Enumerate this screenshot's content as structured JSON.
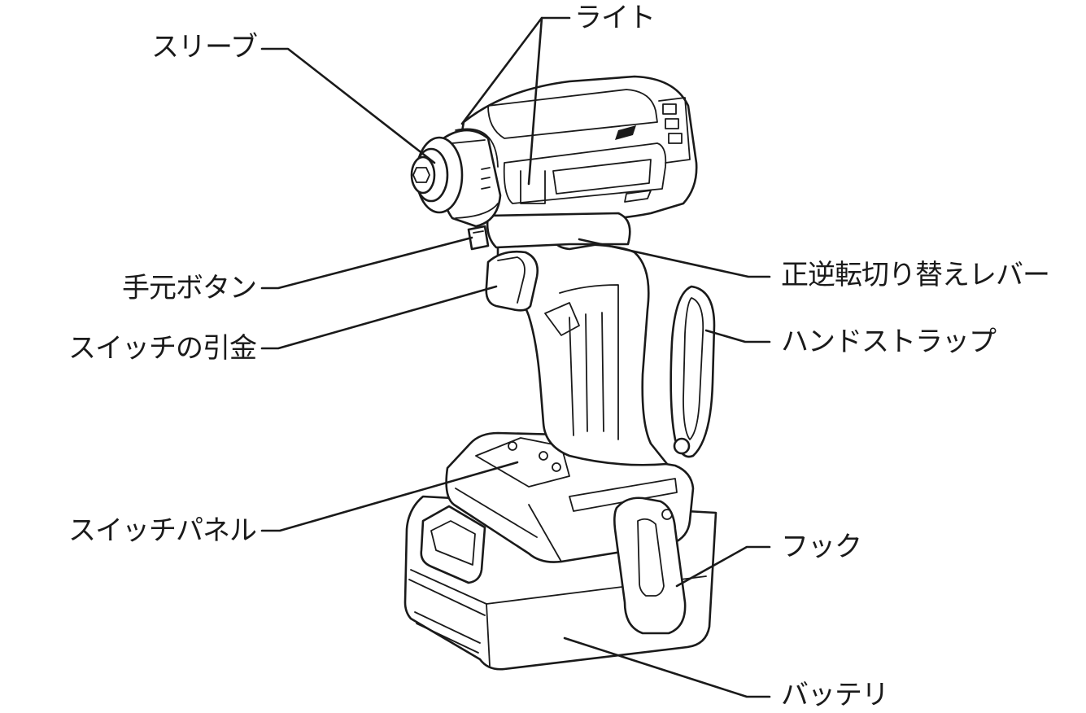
{
  "labels": {
    "sleeve": "スリーブ",
    "light": "ライト",
    "hand_button": "手元ボタン",
    "switch_trigger": "スイッチの引金",
    "switch_panel": "スイッチパネル",
    "reversing_lever": "正逆転切り替えレバー",
    "hand_strap": "ハンドストラップ",
    "hook": "フック",
    "battery": "バッテリ"
  },
  "colors": {
    "ink": "#1a1a1a",
    "background": "#ffffff"
  }
}
